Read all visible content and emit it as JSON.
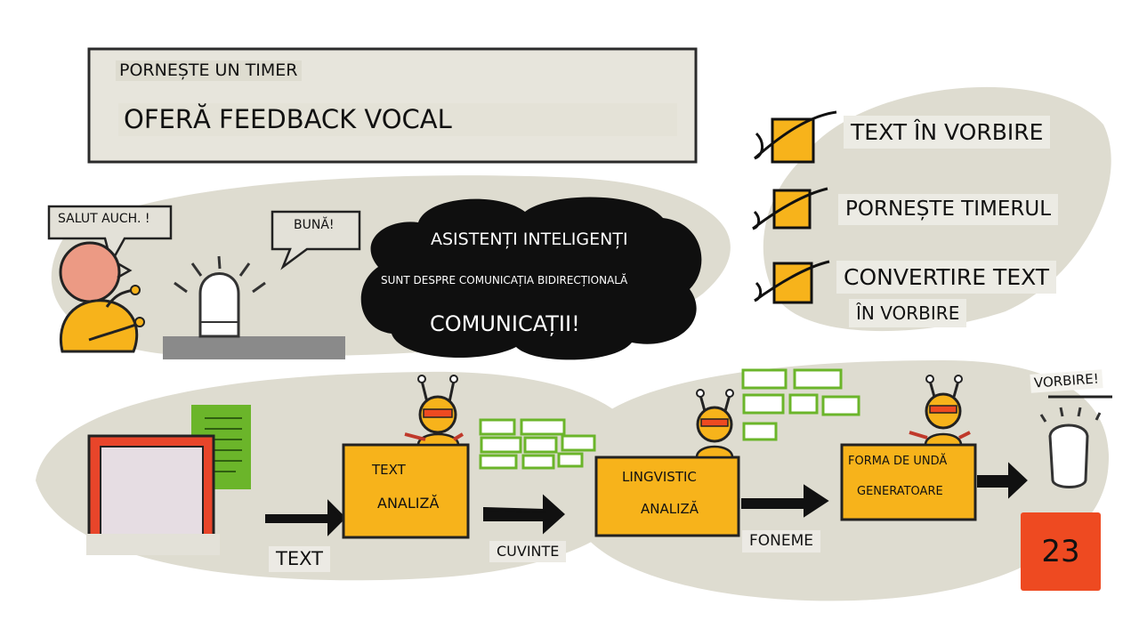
{
  "header": {
    "subtitle": "PORNEȘTE UN TIMER",
    "title": "OFERĂ FEEDBACK VOCAL"
  },
  "checklist": [
    {
      "label": "TEXT ÎN VORBIRE"
    },
    {
      "label": "PORNEȘTE TIMERUL"
    },
    {
      "label_line1": "CONVERTIRE TEXT",
      "label_line2": "ÎN VORBIRE"
    }
  ],
  "conversation": {
    "person_says": "SALUT AUCH. !",
    "device_says": "BUNĂ!"
  },
  "cloud": {
    "title": "ASISTENȚI INTELIGENȚI",
    "subtitle": "SUNT DESPRE COMUNICAȚIA BIDIRECȚIONALĂ",
    "emphasis": "COMUNICAȚII!"
  },
  "pipeline": {
    "input_label": "TEXT",
    "stage1": {
      "line1": "TEXT",
      "line2": "ANALIZĂ"
    },
    "output1": "CUVINTE",
    "stage2": {
      "line1": "LINGVISTIC",
      "line2": "ANALIZĂ"
    },
    "output2": "FONEME",
    "stage3": {
      "line1": "FORMA DE UNDĂ",
      "line2": "GENERATOARE"
    },
    "final_output": "VORBIRE!"
  },
  "lesson_number": "23",
  "colors": {
    "accent_yellow": "#f7b31b",
    "sticker_orange": "#ee4a21",
    "blob_beige": "#dedcd0",
    "cloud_black": "#0f0f0f",
    "document_green": "#6bb52a",
    "screen_red": "#e8452a"
  }
}
